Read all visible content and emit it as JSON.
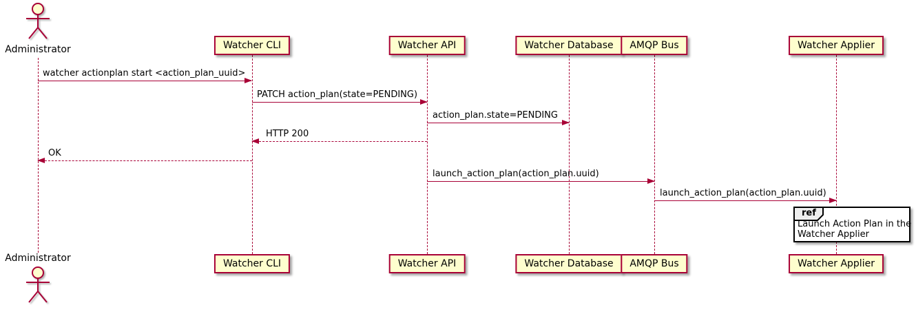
{
  "colors": {
    "line": "#A80036",
    "participant_fill": "#FEFECE",
    "ref_header_fill": "#EEEEEE",
    "ref_border": "#000000",
    "text": "#000000",
    "background": "#FFFFFF"
  },
  "actor": {
    "label": "Administrator"
  },
  "participants": [
    {
      "label": "Watcher CLI"
    },
    {
      "label": "Watcher API"
    },
    {
      "label": "Watcher Database"
    },
    {
      "label": "AMQP Bus"
    },
    {
      "label": "Watcher Applier"
    }
  ],
  "messages": [
    {
      "text": "watcher actionplan start <action_plan_uuid>",
      "from": "Administrator",
      "to": "Watcher CLI",
      "line": "solid",
      "direction": "right"
    },
    {
      "text": "PATCH action_plan(state=PENDING)",
      "from": "Watcher CLI",
      "to": "Watcher API",
      "line": "solid",
      "direction": "right"
    },
    {
      "text": "action_plan.state=PENDING",
      "from": "Watcher API",
      "to": "Watcher Database",
      "line": "solid",
      "direction": "right"
    },
    {
      "text": "HTTP 200",
      "from": "Watcher API",
      "to": "Watcher CLI",
      "line": "dashed",
      "direction": "left"
    },
    {
      "text": "OK",
      "from": "Watcher CLI",
      "to": "Administrator",
      "line": "dashed",
      "direction": "left"
    },
    {
      "text": "launch_action_plan(action_plan.uuid)",
      "from": "Watcher API",
      "to": "AMQP Bus",
      "line": "solid",
      "direction": "right"
    },
    {
      "text": "launch_action_plan(action_plan.uuid)",
      "from": "AMQP Bus",
      "to": "Watcher Applier",
      "line": "solid",
      "direction": "right"
    }
  ],
  "ref": {
    "keyword": "ref",
    "lines": [
      "Launch Action Plan in the",
      "Watcher Applier"
    ]
  }
}
